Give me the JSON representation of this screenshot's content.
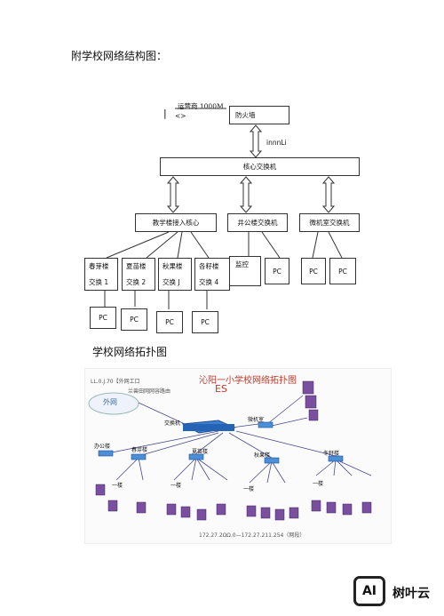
{
  "page": {
    "section1_title": "附学校网络结构图：",
    "section2_title": "学校网络拓扑图"
  },
  "structure": {
    "isp_label": "运营商 1000M",
    "isp_left_symbol": "|",
    "isp_arrow": "<>",
    "firewall": "防火墙",
    "link_label": "innnLi",
    "core_switch": "核心交换机",
    "tier2": [
      "教学楼接入核心",
      "井公楼交换机",
      "微机室交换机"
    ],
    "buildings": [
      {
        "name": "春芽楼",
        "switch": "交换 1"
      },
      {
        "name": "夏苗楼",
        "switch": "交换 2"
      },
      {
        "name": "秋果楼",
        "switch": "交换 J"
      },
      {
        "name": "各籽楼",
        "switch": "交换 4"
      }
    ],
    "monitor": "监控",
    "pc": "PC"
  },
  "topology": {
    "title": "沁阳一小学校网络拓扑图",
    "title_suffix": "ES",
    "outer_net_label": "LL.0.J.70【外网工口",
    "router_label": "兰兽田网网容路由",
    "internet_cloud": "外网",
    "switch_label": "交换机",
    "computer_room": "微机室",
    "office": "办公楼",
    "buildings": [
      "春芽楼",
      "夏苗楼",
      "秋果楼",
      "冬籽楼"
    ],
    "floor_label": "一楼",
    "subnet": "172.27.2ΩΩ.0—172.27.211.254（网段）"
  },
  "watermark": {
    "logo_text": "AI",
    "brand": "树叶云"
  }
}
